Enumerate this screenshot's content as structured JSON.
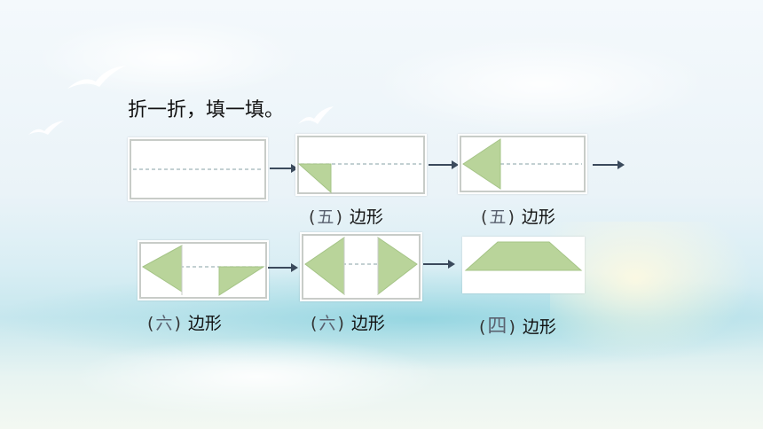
{
  "instruction": "折一折，填一填。",
  "labels": [
    {
      "open": "(",
      "answer": "五",
      "close": ")",
      "suffix": "边形"
    },
    {
      "open": "(",
      "answer": "五",
      "close": ")",
      "suffix": "边形"
    },
    {
      "open": "(",
      "answer": "六",
      "close": ")",
      "suffix": "边形"
    },
    {
      "open": "(",
      "answer": "六",
      "close": ")",
      "suffix": "边形"
    },
    {
      "open": "(",
      "answer": "四",
      "close": ")",
      "suffix": "边形"
    }
  ],
  "colors": {
    "fold_green": "#b9d49a",
    "paper": "#ffffff",
    "paper_border": "#c8ccc8",
    "arrow": "#3b4a5c",
    "dash": "#9fb3b8"
  }
}
